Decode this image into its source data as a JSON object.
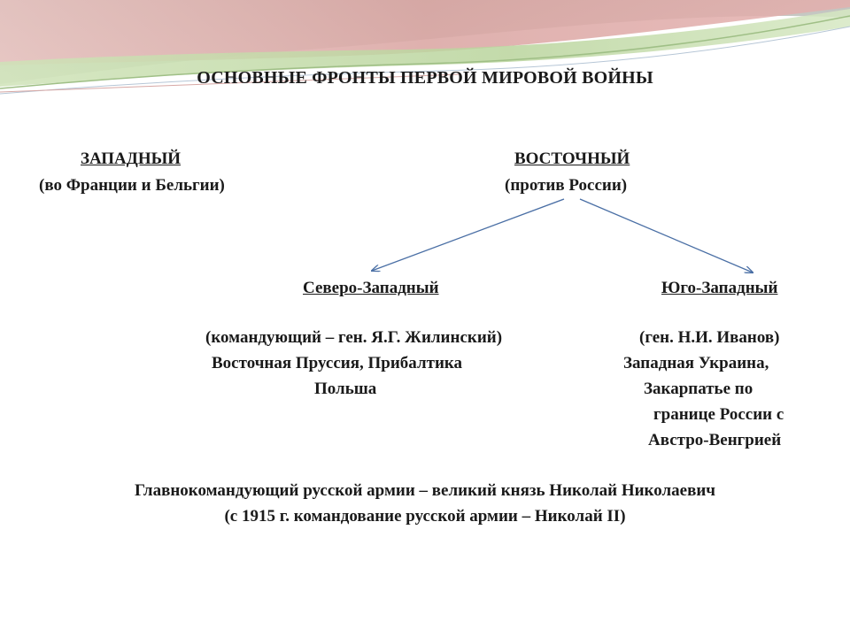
{
  "colors": {
    "background": "#ffffff",
    "text": "#1a1a1a",
    "arrow": "#4a6fa5",
    "wave_red": "#d9a3a0",
    "wave_green": "#b9d49c",
    "wave_grey": "#c7c9c4"
  },
  "slide": {
    "title": "ОСНОВНЫЕ ФРОНТЫ ПЕРВОЙ МИРОВОЙ ВОЙНЫ",
    "western": {
      "heading": "ЗАПАДНЫЙ",
      "subtitle": "(во Франции и Бельгии)"
    },
    "eastern": {
      "heading": "ВОСТОЧНЫЙ",
      "subtitle": "(против России)"
    },
    "northwest": {
      "heading": "Северо-Западный",
      "commander": "(командующий – ген.  Я.Г. Жилинский)",
      "area_line1": "Восточная Пруссия,  Прибалтика",
      "area_line2": "Польша"
    },
    "southwest": {
      "heading": "Юго-Западный",
      "commander": "(ген. Н.И. Иванов)",
      "area_line1": "Западная Украина,",
      "area_line2": "Закарпатье по",
      "area_line3": "границе России с",
      "area_line4": "Австро-Венгрией"
    },
    "footer": {
      "line1": "Главнокомандующий русской армии – великий князь Николай Николаевич",
      "line2": "(с 1915 г. командование русской армии – Николай II)"
    }
  }
}
